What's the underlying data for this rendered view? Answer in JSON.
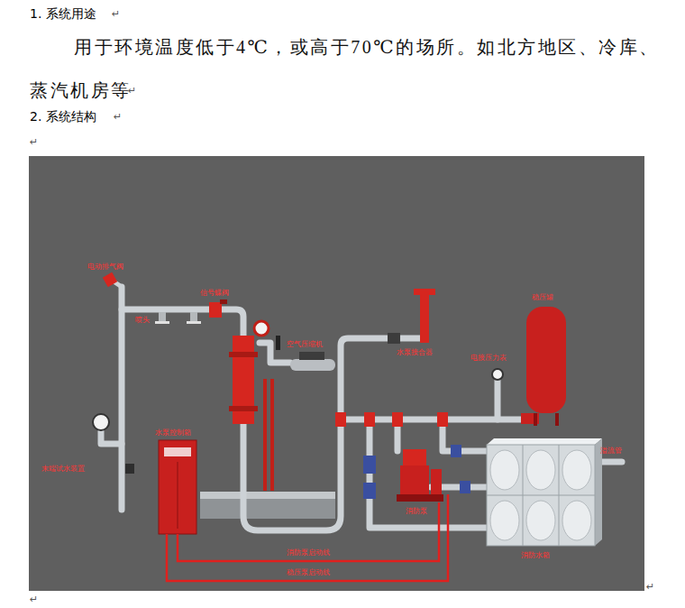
{
  "diagram": {
    "labels": [
      "1. 系统用途",
      "↵",
      "用于环境温度低于4℃，或高于70℃的场所。如北方地区、冷库、蒸汽机房等",
      "↵",
      "2. 系统结构",
      "↵",
      "↵",
      "电动排气阀",
      "信号蝶阀",
      "喷头",
      "空气压缩机",
      "水泵接合器",
      "稳压罐",
      "电接压力表",
      "水泵控制箱",
      "末端试水装置",
      "溢流管",
      "消防泵",
      "消防水箱",
      "消防泵启动线",
      "稳压泵启动线",
      "↵",
      "↵"
    ]
  }
}
